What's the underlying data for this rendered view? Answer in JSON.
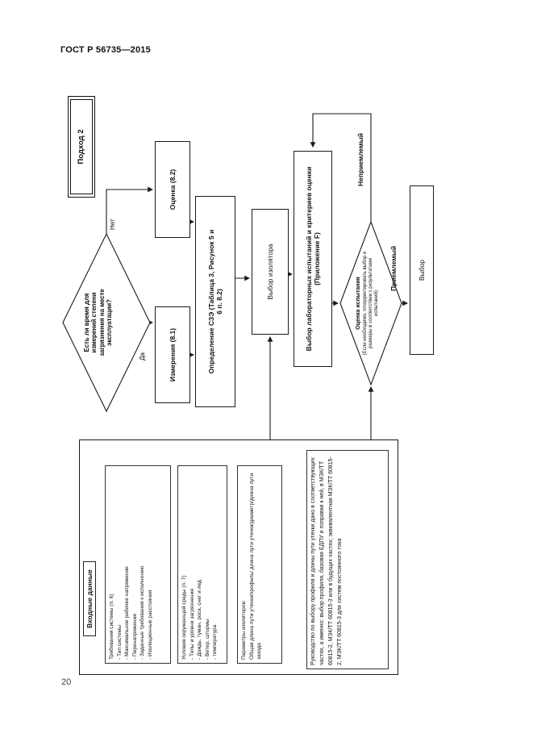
{
  "page": {
    "header": "ГОСТ Р 56735—2015",
    "page_number": "20"
  },
  "flowchart": {
    "approach_label": "Подход 2",
    "decision1": {
      "text": "Есть ли время для измерений степени загрязнения на месте эксплуатации?"
    },
    "branch_labels": {
      "no": "Нет",
      "yes": "Да",
      "unacceptable": "Неприемлемый",
      "acceptable": "Приемлемый"
    },
    "boxes": {
      "measurements": "Измерения (8.1)",
      "assessment": "Оценка (8.2)",
      "sps": "Определение СЗЭ (Таблица 3, Рисунок 5 и 6 п. 8.2)",
      "insulator": "Выбор изолятора",
      "lab_tests": "Выбор лабораторных испытаний и критериев оценки (Приложение F)",
      "final": "Выбор"
    },
    "decision2": {
      "title": "Оценка испытания",
      "note": "(Если необходимо, откорректировать выбор и размеры в соответствии с результатами испытаний)"
    },
    "input_panel": {
      "title": "Входные данные",
      "system_requirements": {
        "header": "Требования системы (п. 6)",
        "items": [
          "- Тип системы",
          "- Максимальное рабочее напряжение",
          "- Перенапряжения",
          "- Заданные требования к исполнению",
          "- Изоляционные расстояния"
        ]
      },
      "environment": {
        "header": "Условия окружающей среды (п. 7)",
        "items": [
          "- Типы и уровни загрязнения",
          "- Дождь, туман, роса, снег и лед",
          "- Ветер, штормы",
          "- температура"
        ]
      },
      "insulator_params": {
        "header": "Параметры изоляторов:",
        "text": "Общая длина пути утечки/профиль/ длина пути утечки/диаметр/длина пути захода"
      },
      "note": "Руководство по выбору профиля и длины пути утечки дано в соответствующих частях, а именно: выбор профиля, базовая ЕДПУ и поправки к ней, в МЭК/ТТ 60815-2, МЭК/ТТ 60815-3 или в будущих частях; эквивалентная МЭК/ТТ 60815-2, МЭК/ТТ 60815-3 для систем постоянного тока"
    }
  }
}
